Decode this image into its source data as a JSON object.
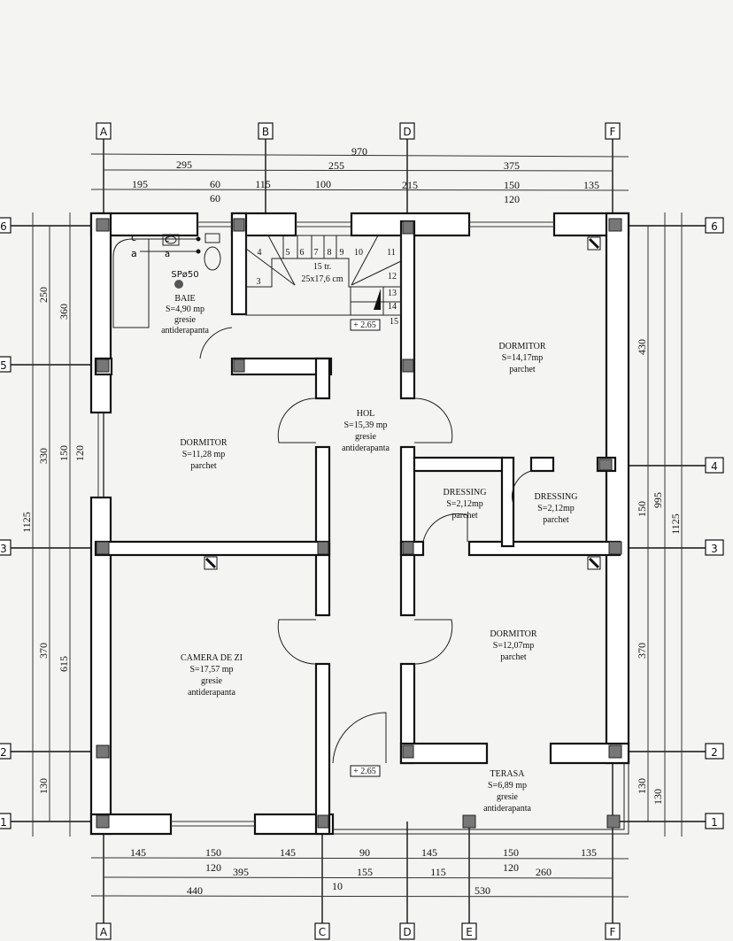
{
  "axes_vertical": [
    "A",
    "B",
    "C",
    "D",
    "E",
    "F"
  ],
  "axes_horizontal": [
    "1",
    "2",
    "3",
    "4",
    "5",
    "6"
  ],
  "dims_top": {
    "total": "970",
    "row2": [
      "295",
      "255",
      "375"
    ],
    "row3": [
      "195",
      "60",
      "115",
      "100",
      "215",
      "150",
      "135"
    ],
    "row3_sub": [
      "60",
      "120"
    ]
  },
  "dims_bottom": {
    "row1": [
      "145",
      "150",
      "145",
      "90",
      "145",
      "150",
      "135"
    ],
    "row1_sub": [
      "120",
      "120"
    ],
    "row2": [
      "395",
      "10",
      "155",
      "115",
      "260"
    ],
    "row3": [
      "440",
      "530"
    ]
  },
  "dims_left": {
    "row1": [
      "250",
      "330",
      "370",
      "130"
    ],
    "row2": [
      "360",
      "150",
      "120",
      "615"
    ],
    "total": "1125"
  },
  "dims_right": {
    "row1": [
      "430",
      "150",
      "370",
      "130"
    ],
    "row2": [
      "995",
      "130"
    ],
    "total": "1125"
  },
  "rooms": {
    "baie": {
      "name": "BAIE",
      "area": "S=4,90 mp",
      "floor1": "gresie",
      "floor2": "antiderapanta"
    },
    "hol": {
      "name": "HOL",
      "area": "S=15,39 mp",
      "floor1": "gresie",
      "floor2": "antiderapanta"
    },
    "dormitor1": {
      "name": "DORMITOR",
      "area": "S=14,17mp",
      "floor1": "parchet"
    },
    "dormitor2": {
      "name": "DORMITOR",
      "area": "S=11,28 mp",
      "floor1": "parchet"
    },
    "dressing1": {
      "name": "DRESSING",
      "area": "S=2,12mp",
      "floor1": "parchet"
    },
    "dressing2": {
      "name": "DRESSING",
      "area": "S=2,12mp",
      "floor1": "parchet"
    },
    "dormitor3": {
      "name": "DORMITOR",
      "area": "S=12,07mp",
      "floor1": "parchet"
    },
    "camera": {
      "name": "CAMERA DE ZI",
      "area": "S=17,57 mp",
      "floor1": "gresie",
      "floor2": "antiderapanta"
    },
    "terasa": {
      "name": "TERASA",
      "area": "S=6,89 mp",
      "floor1": "gresie",
      "floor2": "antiderapanta"
    }
  },
  "stairs": {
    "steps": [
      "3",
      "4",
      "5",
      "6",
      "7",
      "8",
      "9",
      "10",
      "11",
      "12",
      "13",
      "14",
      "15"
    ],
    "count": "15 tr.",
    "size": "25x17,6 cm"
  },
  "level_marks": [
    "+ 2.65",
    "+ 2.65"
  ],
  "baie_labels": {
    "drain": "SPø50",
    "c": "c",
    "a": "a"
  }
}
